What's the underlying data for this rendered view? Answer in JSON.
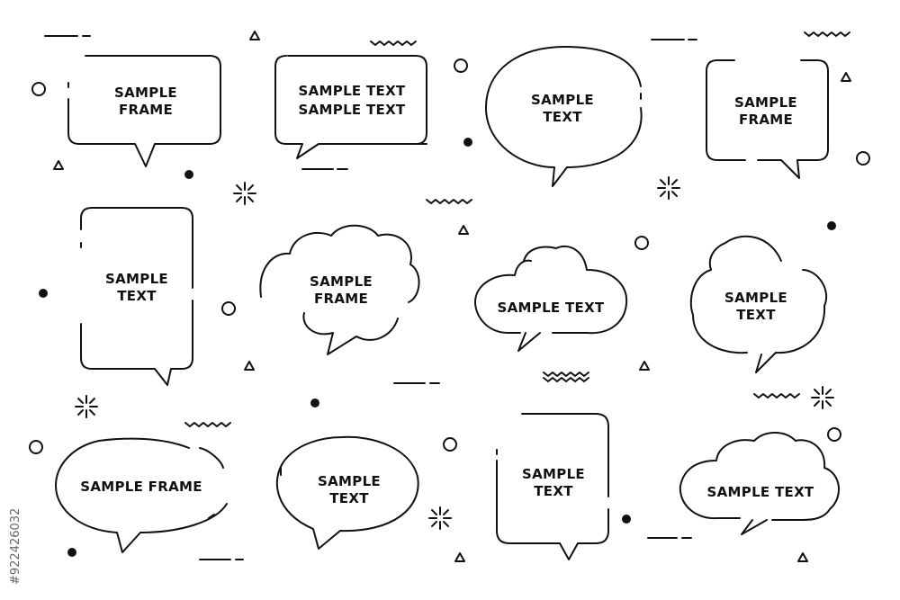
{
  "colors": {
    "stroke": "#111111",
    "background": "#ffffff",
    "watermark": "#666666"
  },
  "bubbles": [
    {
      "shape": "rect-speech",
      "lines": [
        "SAMPLE",
        "FRAME"
      ]
    },
    {
      "shape": "rect-speech",
      "lines": [
        "SAMPLE TEXT",
        "SAMPLE TEXT"
      ]
    },
    {
      "shape": "oval-speech",
      "lines": [
        "SAMPLE",
        "TEXT"
      ]
    },
    {
      "shape": "rect-speech",
      "lines": [
        "SAMPLE",
        "FRAME"
      ]
    },
    {
      "shape": "tall-rect-speech",
      "lines": [
        "SAMPLE",
        "TEXT"
      ]
    },
    {
      "shape": "cloud-speech",
      "lines": [
        "SAMPLE",
        "FRAME"
      ]
    },
    {
      "shape": "cloud-speech",
      "lines": [
        "SAMPLE TEXT"
      ]
    },
    {
      "shape": "cloud-speech",
      "lines": [
        "SAMPLE",
        "TEXT"
      ]
    },
    {
      "shape": "oval-speech",
      "lines": [
        "SAMPLE FRAME"
      ]
    },
    {
      "shape": "oval-speech",
      "lines": [
        "SAMPLE",
        "TEXT"
      ]
    },
    {
      "shape": "rect-speech",
      "lines": [
        "SAMPLE",
        "TEXT"
      ]
    },
    {
      "shape": "cloud-speech",
      "lines": [
        "SAMPLE TEXT"
      ]
    }
  ],
  "stock_id": "#922426032"
}
